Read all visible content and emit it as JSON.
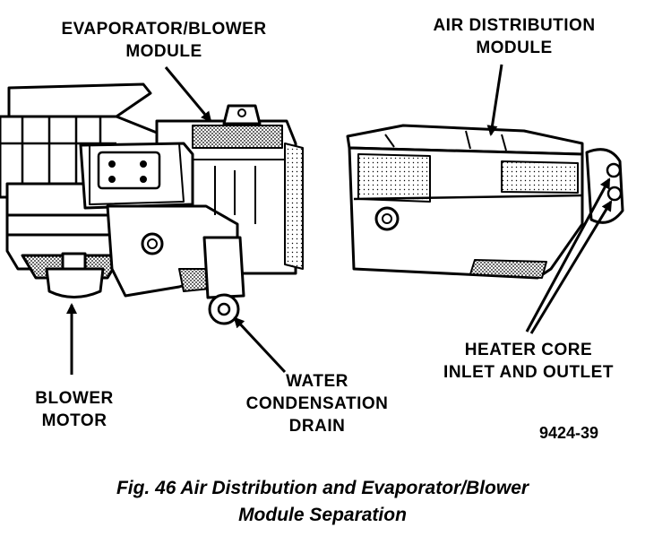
{
  "labels": {
    "evap_blower_module": [
      "EVAPORATOR/BLOWER",
      "MODULE"
    ],
    "air_distribution_module": [
      "AIR DISTRIBUTION",
      "MODULE"
    ],
    "blower_motor": [
      "BLOWER",
      "MOTOR"
    ],
    "water_condensation_drain": [
      "WATER",
      "CONDENSATION",
      "DRAIN"
    ],
    "heater_core": [
      "HEATER CORE",
      "INLET AND OUTLET"
    ]
  },
  "figure_id": "9424-39",
  "caption": {
    "line1": "Fig. 46 Air Distribution and Evaporator/Blower",
    "line2": "Module Separation"
  }
}
